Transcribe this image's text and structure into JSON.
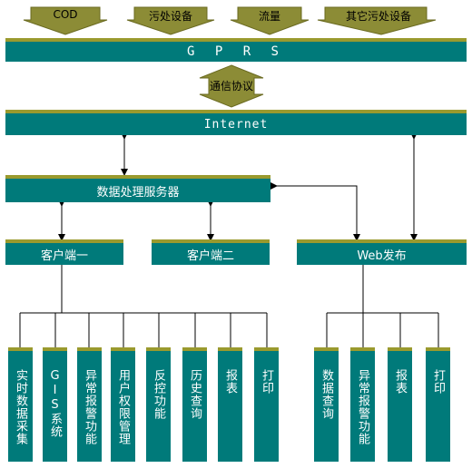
{
  "inputs": [
    {
      "label": "COD"
    },
    {
      "label": "污处设备"
    },
    {
      "label": "流量"
    },
    {
      "label": "其它污处设备"
    }
  ],
  "gprs": {
    "label": "G P R S"
  },
  "protocol": {
    "label": "通信协议"
  },
  "internet": {
    "label": "Internet"
  },
  "server": {
    "label": "数据处理服务器"
  },
  "clients": [
    {
      "label": "客户端一"
    },
    {
      "label": "客户端二"
    },
    {
      "label": "Web发布"
    }
  ],
  "functions_left": [
    {
      "label": "实时数据采集"
    },
    {
      "label": "GIS系统"
    },
    {
      "label": "异常报警功能"
    },
    {
      "label": "用户权限管理"
    },
    {
      "label": "反控功能"
    },
    {
      "label": "历史查询"
    },
    {
      "label": "报表"
    },
    {
      "label": "打印"
    }
  ],
  "functions_right": [
    {
      "label": "数据查询"
    },
    {
      "label": "异常报警功能"
    },
    {
      "label": "报表"
    },
    {
      "label": "打印"
    }
  ],
  "colors": {
    "bar": "#007a7a",
    "accent": "#9a9a2e",
    "arrow": "#8c8c36"
  }
}
